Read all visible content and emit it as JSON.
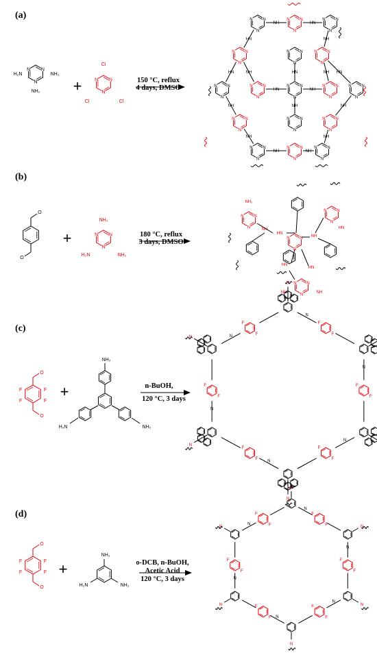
{
  "panels": [
    {
      "label": "(a)",
      "condition_lines": [
        "150 °C, reflux",
        "4 days, DMSO"
      ],
      "reactant1_atoms": [
        "H₂N",
        "NH₂",
        "NH₂",
        "N",
        "N",
        "N"
      ],
      "reactant2_atoms": [
        "Cl",
        "Cl",
        "Cl",
        "N",
        "N",
        "N"
      ],
      "product_atoms": [
        "HN",
        "NH",
        "NH"
      ]
    },
    {
      "label": "(b)",
      "condition_lines": [
        "180 °C, reflux",
        "3 days, DMSO"
      ],
      "reactant1_atoms": [
        "O",
        "O"
      ],
      "reactant2_atoms": [
        "NH₂",
        "H₂N",
        "NH₂",
        "N",
        "N",
        "N"
      ],
      "product_atoms": [
        "NH₂",
        "HN",
        "NH",
        "NH",
        "HN"
      ]
    },
    {
      "label": "(c)",
      "condition_lines": [
        "n-BuOH,",
        "120 °C, 3 days"
      ],
      "reactant1_atoms": [
        "O",
        "O",
        "F",
        "F",
        "F",
        "F"
      ],
      "reactant2_atoms": [
        "NH₂",
        "H₂N",
        "NH₂"
      ],
      "product_atoms": [
        "N",
        "F"
      ]
    },
    {
      "label": "(d)",
      "condition_lines": [
        "o-DCB, n-BuOH,",
        "Acetic Acid",
        "120 °C, 3 days"
      ],
      "reactant1_atoms": [
        "O",
        "O",
        "F",
        "F",
        "F",
        "F"
      ],
      "reactant2_atoms": [
        "NH₂",
        "H₂N",
        "NH₂"
      ],
      "product_atoms": [
        "N",
        "F"
      ]
    }
  ],
  "colors": {
    "red_reactant": "#e8000b",
    "black": "#000000"
  }
}
